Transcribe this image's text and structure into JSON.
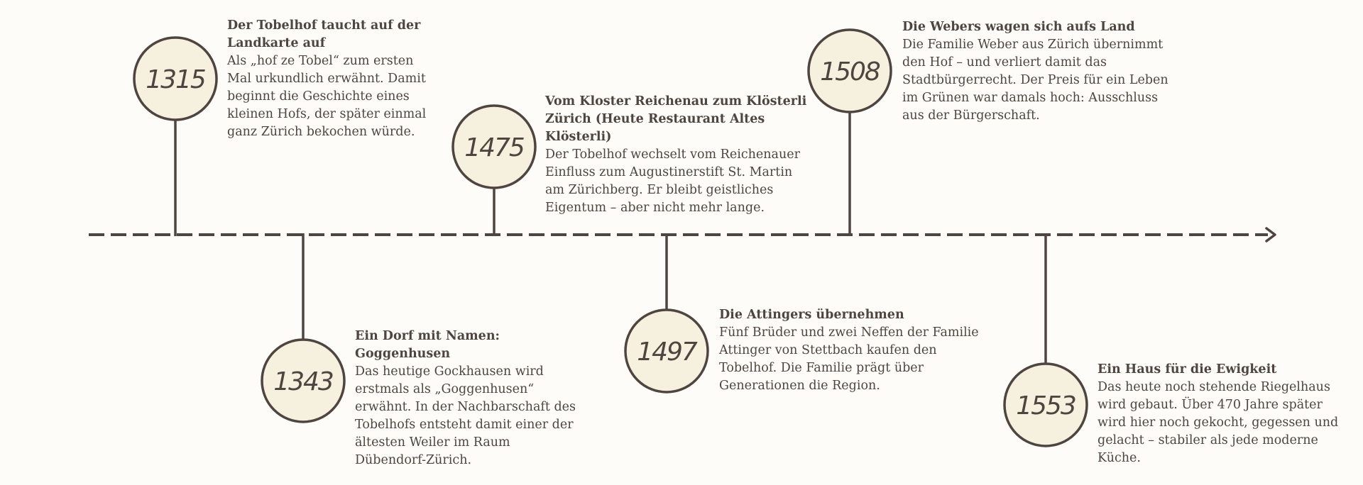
{
  "colors": {
    "background": "#fdfcf8",
    "line": "#4f4540",
    "circle_fill": "#f6f0df",
    "text": "#4f4540"
  },
  "timeline": {
    "events": [
      {
        "year": "1315",
        "title": "Der Tobelhof taucht auf der Landkarte auf",
        "description": "Als „hof ze Tobel“ zum ersten Mal urkundlich erwähnt. Damit beginnt die Geschichte eines kleinen Hofs, der später einmal ganz Zürich bekochen würde."
      },
      {
        "year": "1343",
        "title": "Ein Dorf mit Namen: Goggenhusen",
        "description": "Das heutige Gockhausen wird erstmals als „Goggenhusen“ erwähnt. In der Nachbarschaft des Tobelhofs entsteht damit einer der ältesten Weiler im Raum Dübendorf-Zürich."
      },
      {
        "year": "1475",
        "title": "Vom Kloster Reichenau zum Klösterli Zürich (Heute Restaurant Altes Klösterli)",
        "description": "Der Tobelhof wechselt vom Reichenauer Einfluss zum Augustinerstift St. Martin am Zürichberg. Er bleibt geistliches Eigentum – aber nicht mehr lange."
      },
      {
        "year": "1497",
        "title": "Die Attingers übernehmen",
        "description": "Fünf Brüder und zwei Neffen der Familie Attinger von Stettbach kaufen den Tobelhof. Die Familie prägt über Generationen die Region."
      },
      {
        "year": "1508",
        "title": "Die Webers wagen sich aufs Land",
        "description": "Die Familie Weber aus Zürich übernimmt den Hof – und verliert damit das Stadtbürgerrecht. Der Preis für ein Leben im Grünen war damals hoch: Ausschluss aus der Bürgerschaft."
      },
      {
        "year": "1553",
        "title": "Ein Haus für die Ewigkeit",
        "description": "Das heute noch stehende Riegelhaus wird gebaut. Über 470 Jahre später wird hier noch gekocht, gegessen und gelacht – stabiler als jede moderne Küche."
      }
    ]
  }
}
